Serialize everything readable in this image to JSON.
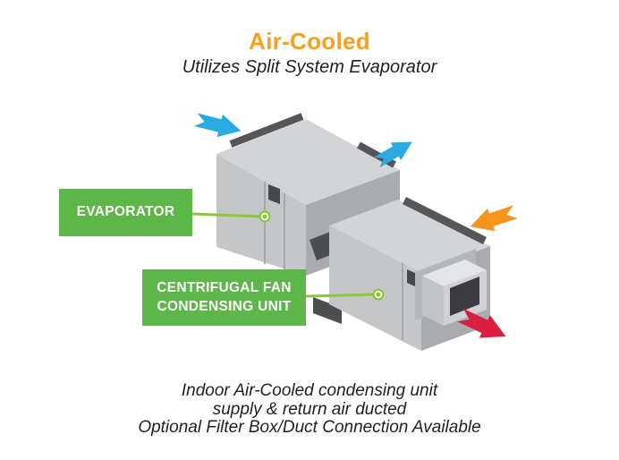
{
  "header": {
    "title": "Air-Cooled",
    "subtitle": "Utilizes Split System Evaporator"
  },
  "labels": {
    "evaporator": "EVAPORATOR",
    "condensing_unit_line1": "CENTRIFUGAL FAN",
    "condensing_unit_line2": "CONDENSING UNIT"
  },
  "caption": {
    "line1": "Indoor Air-Cooled condensing unit",
    "line2": "supply & return air ducted",
    "line3": "Optional Filter Box/Duct Connection Available"
  },
  "colors": {
    "title_orange": "#F7A01E",
    "label_green": "#5CB648",
    "leader_green": "#8CC63F",
    "arrow_blue": "#29ABE2",
    "arrow_orange": "#F7941D",
    "arrow_red": "#D91F3D",
    "text_dark": "#231F20"
  }
}
